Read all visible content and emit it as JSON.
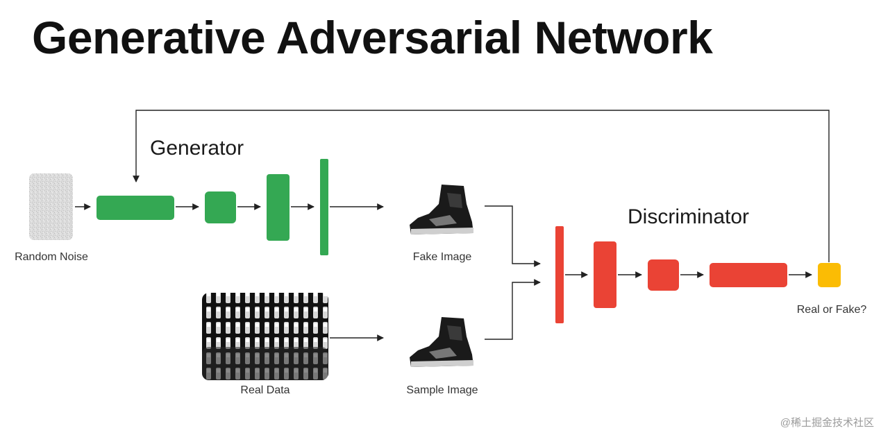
{
  "title": "Generative Adversarial Network",
  "sections": {
    "generator": "Generator",
    "discriminator": "Discriminator"
  },
  "captions": {
    "random_noise": "Random Noise",
    "fake_image": "Fake Image",
    "real_data": "Real Data",
    "sample_image": "Sample Image",
    "output": "Real or Fake?"
  },
  "watermark": "@稀土掘金技术社区",
  "colors": {
    "generator": "#34a853",
    "discriminator": "#ea4335",
    "output": "#fbbc04",
    "arrow": "#222222"
  },
  "icons": {
    "fake_image": "boot-icon",
    "sample_image": "boot-icon",
    "random_noise": "noise-texture-icon",
    "real_data": "image-grid-icon"
  }
}
